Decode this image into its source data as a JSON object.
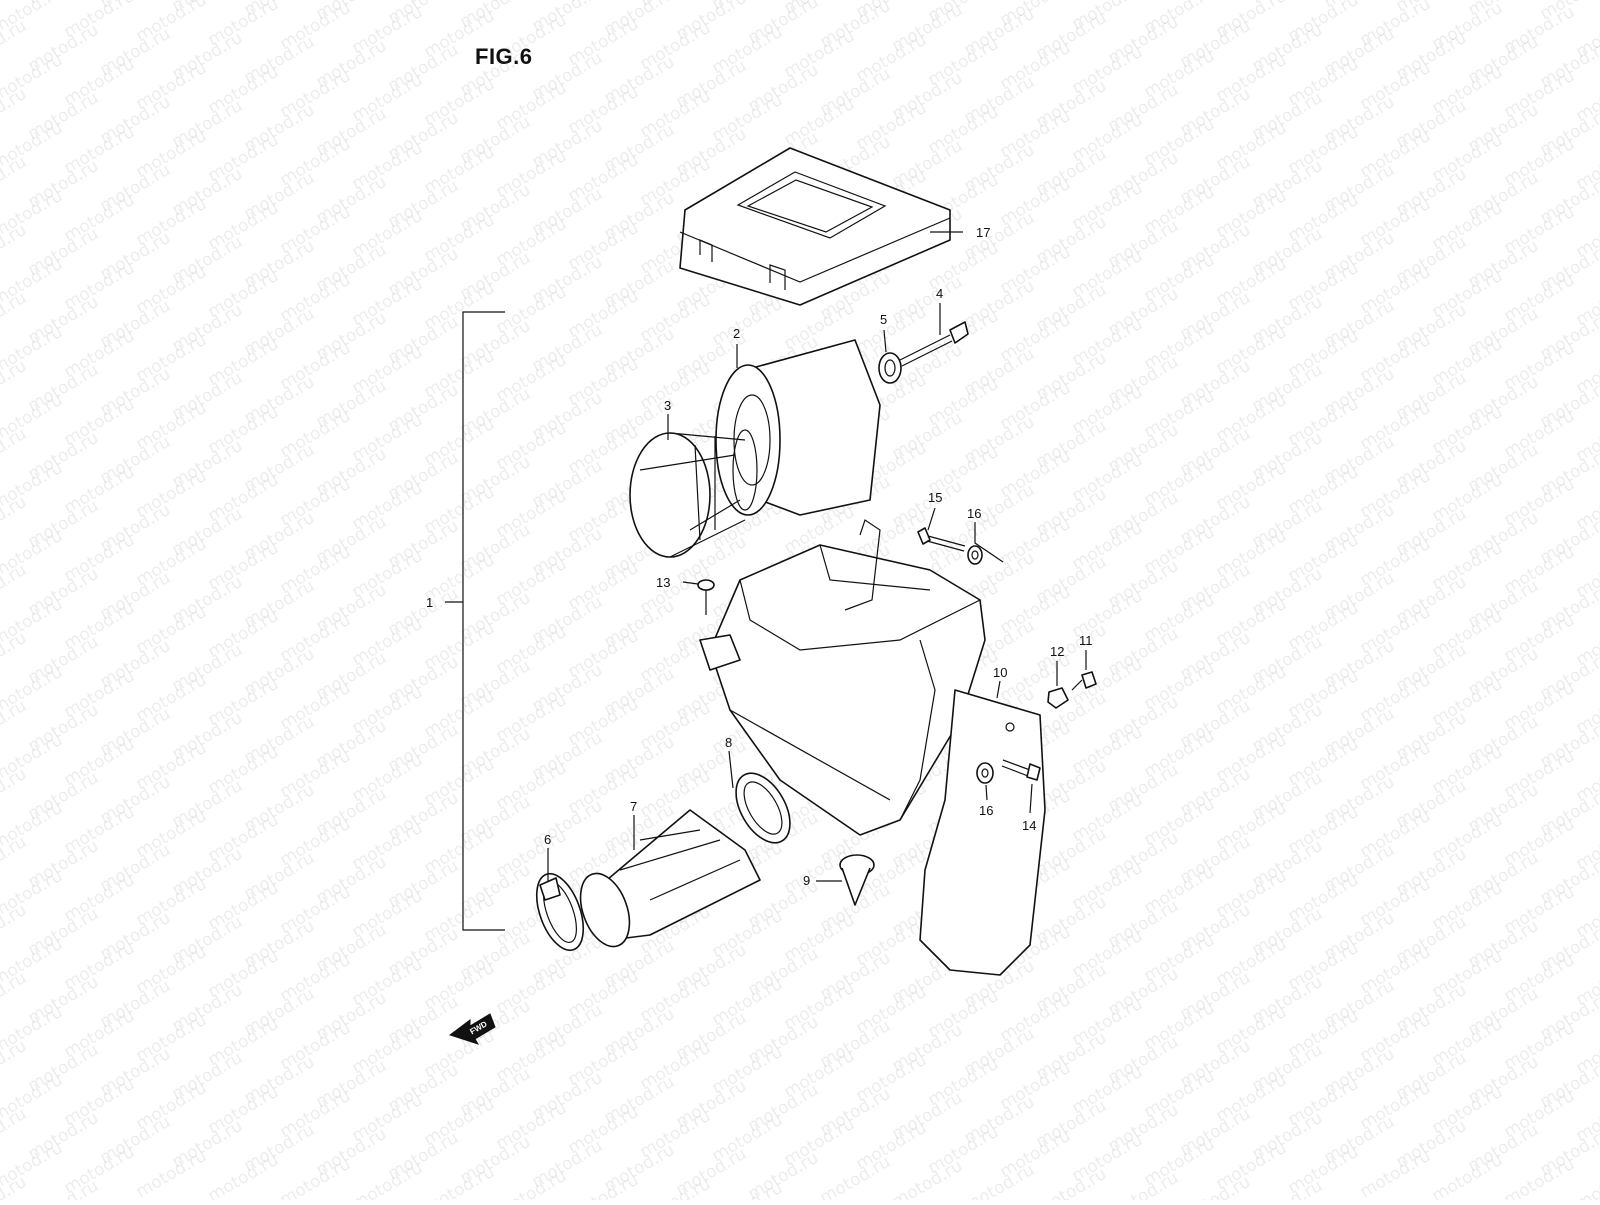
{
  "figure": {
    "title": "FIG.6",
    "watermark": "motod.ru",
    "fwd_label": "FWD"
  },
  "callouts": [
    {
      "id": "1",
      "text": "1"
    },
    {
      "id": "2",
      "text": "2"
    },
    {
      "id": "3",
      "text": "3"
    },
    {
      "id": "4",
      "text": "4"
    },
    {
      "id": "5",
      "text": "5"
    },
    {
      "id": "6",
      "text": "6"
    },
    {
      "id": "7",
      "text": "7"
    },
    {
      "id": "8",
      "text": "8"
    },
    {
      "id": "9",
      "text": "9"
    },
    {
      "id": "10",
      "text": "10"
    },
    {
      "id": "11",
      "text": "11"
    },
    {
      "id": "12",
      "text": "12"
    },
    {
      "id": "13",
      "text": "13"
    },
    {
      "id": "14",
      "text": "14"
    },
    {
      "id": "15",
      "text": "15"
    },
    {
      "id": "16a",
      "text": "16"
    },
    {
      "id": "16b",
      "text": "16"
    },
    {
      "id": "17",
      "text": "17"
    }
  ]
}
